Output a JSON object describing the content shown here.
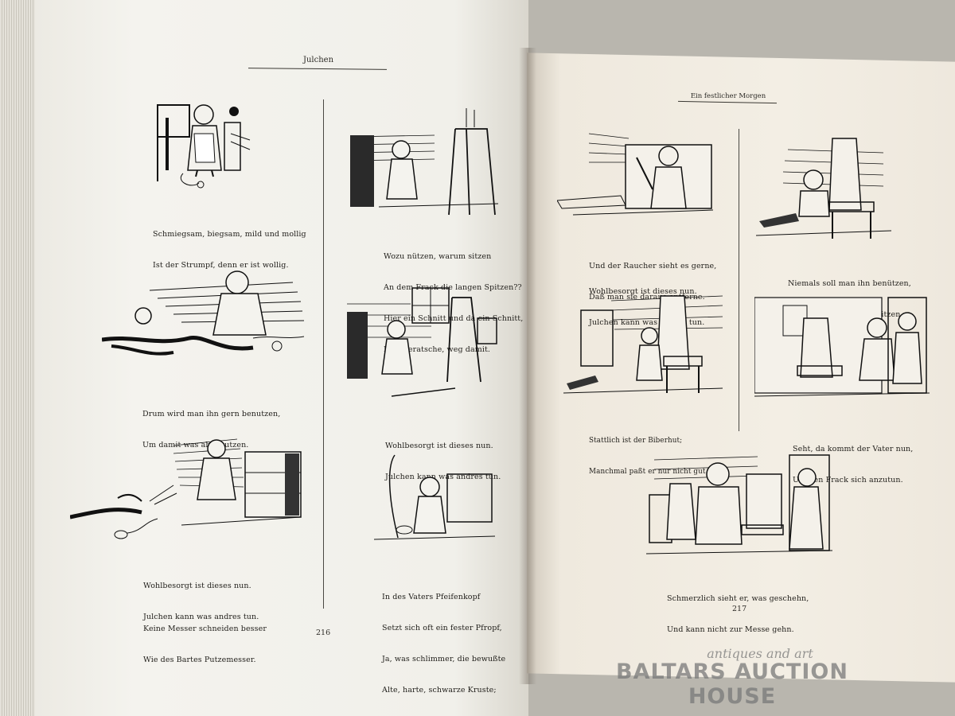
{
  "left_page": {
    "running_head": "Julchen",
    "page_number": "216",
    "col1": {
      "verse1": [
        "Schmiegsam, biegsam, mild und mollig",
        "Ist der Strumpf, denn er ist wollig."
      ],
      "verse2": [
        "Drum wird man ihn gern benutzen,",
        "Um damit was abzuputzen."
      ],
      "verse3": [
        "Wohlbesorgt ist dieses nun.",
        "Julchen kann was andres tun."
      ],
      "verse4": [
        "Keine Messer schneiden besser",
        "Wie des Bartes Putzemesser."
      ]
    },
    "col2": {
      "verse1": [
        "Wozu nützen, warum sitzen",
        "An dem Frack die langen Spitzen??",
        "Hier ein Schnitt und da ein Schnitt,",
        "Ritscheratsche, weg damit."
      ],
      "verse2": [
        "Wohlbesorgt ist dieses nun.",
        "Julchen kann was andres tun."
      ],
      "verse3": [
        "In des Vaters Pfeifenkopf",
        "Setzt sich oft ein fester Pfropf,",
        "Ja, was schlimmer, die bewußte",
        "Alte, harte, schwarze Kruste;"
      ]
    }
  },
  "right_page": {
    "running_head": "Ein festlicher Morgen",
    "page_number": "217",
    "col1": {
      "verse1": [
        "Und der Raucher sieht es gerne,",
        "Daß man sie daraus entferne."
      ],
      "verse2": [
        "Wohlbesorgt ist dieses nun.",
        "Julchen kann was andres tun."
      ],
      "verse3": [
        "Stattlich ist der Biberhut;",
        "Manchmal paßt er nur nicht gut."
      ]
    },
    "col2": {
      "verse1": [
        "Niemals soll man ihn benützen,",
        "Um bequem darauf zu sitzen."
      ],
      "verse2": [
        "Seht, da kommt der Vater nun,",
        "Um den Frack sich anzutun."
      ]
    },
    "bottom": {
      "verse1": [
        "Schmerzlich sieht er, was geschehn,",
        "Und kann nicht zur Messe gehn."
      ]
    }
  },
  "watermark": {
    "subtitle": "antiques and art",
    "title": "BALTARS AUCTION HOUSE"
  },
  "colors": {
    "ink": "#23211d",
    "left_paper": "#f1f0ea",
    "right_paper": "#f3eee4",
    "background": "#b9b6ae"
  }
}
